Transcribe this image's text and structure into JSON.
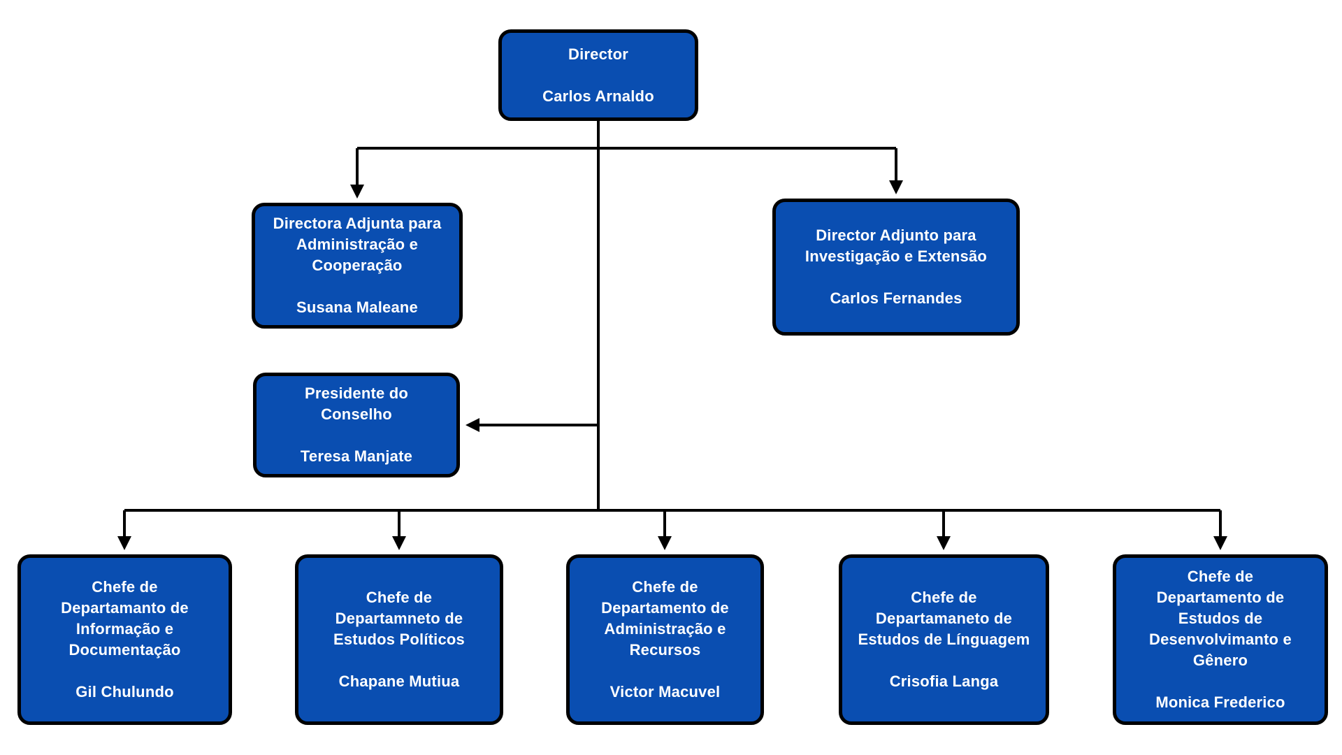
{
  "palette": {
    "node_fill": "#0a4eb1",
    "node_border": "#000000",
    "node_text": "#ffffff",
    "connector": "#000000",
    "background": "#ffffff"
  },
  "org_chart": {
    "nodes": {
      "director": {
        "title": "Director",
        "person": "Carlos Arnaldo"
      },
      "adjunta": {
        "title": "Directora Adjunta para\nAdministração e\nCooperação",
        "person": "Susana Maleane"
      },
      "adjunto": {
        "title": "Director Adjunto para\nInvestigação e Extensão",
        "person": "Carlos Fernandes"
      },
      "presidente": {
        "title": "Presidente do\nConselho",
        "person": "Teresa Manjate"
      },
      "dept_informacao": {
        "title": "Chefe de\nDepartamanto de\nInformação e\nDocumentação",
        "person": "Gil Chulundo"
      },
      "dept_politicos": {
        "title": "Chefe de\nDepartamneto de\nEstudos Políticos",
        "person": "Chapane Mutiua"
      },
      "dept_admin": {
        "title": "Chefe de\nDepartamento de\nAdministração e\nRecursos",
        "person": "Victor Macuvel"
      },
      "dept_linguagem": {
        "title": "Chefe de\nDepartamaneto de\nEstudos de Línguagem",
        "person": "Crisofia Langa"
      },
      "dept_genero": {
        "title": "Chefe de\nDepartamento de\nEstudos de\nDesenvolvimanto e\nGênero",
        "person": "Monica Frederico"
      }
    }
  }
}
